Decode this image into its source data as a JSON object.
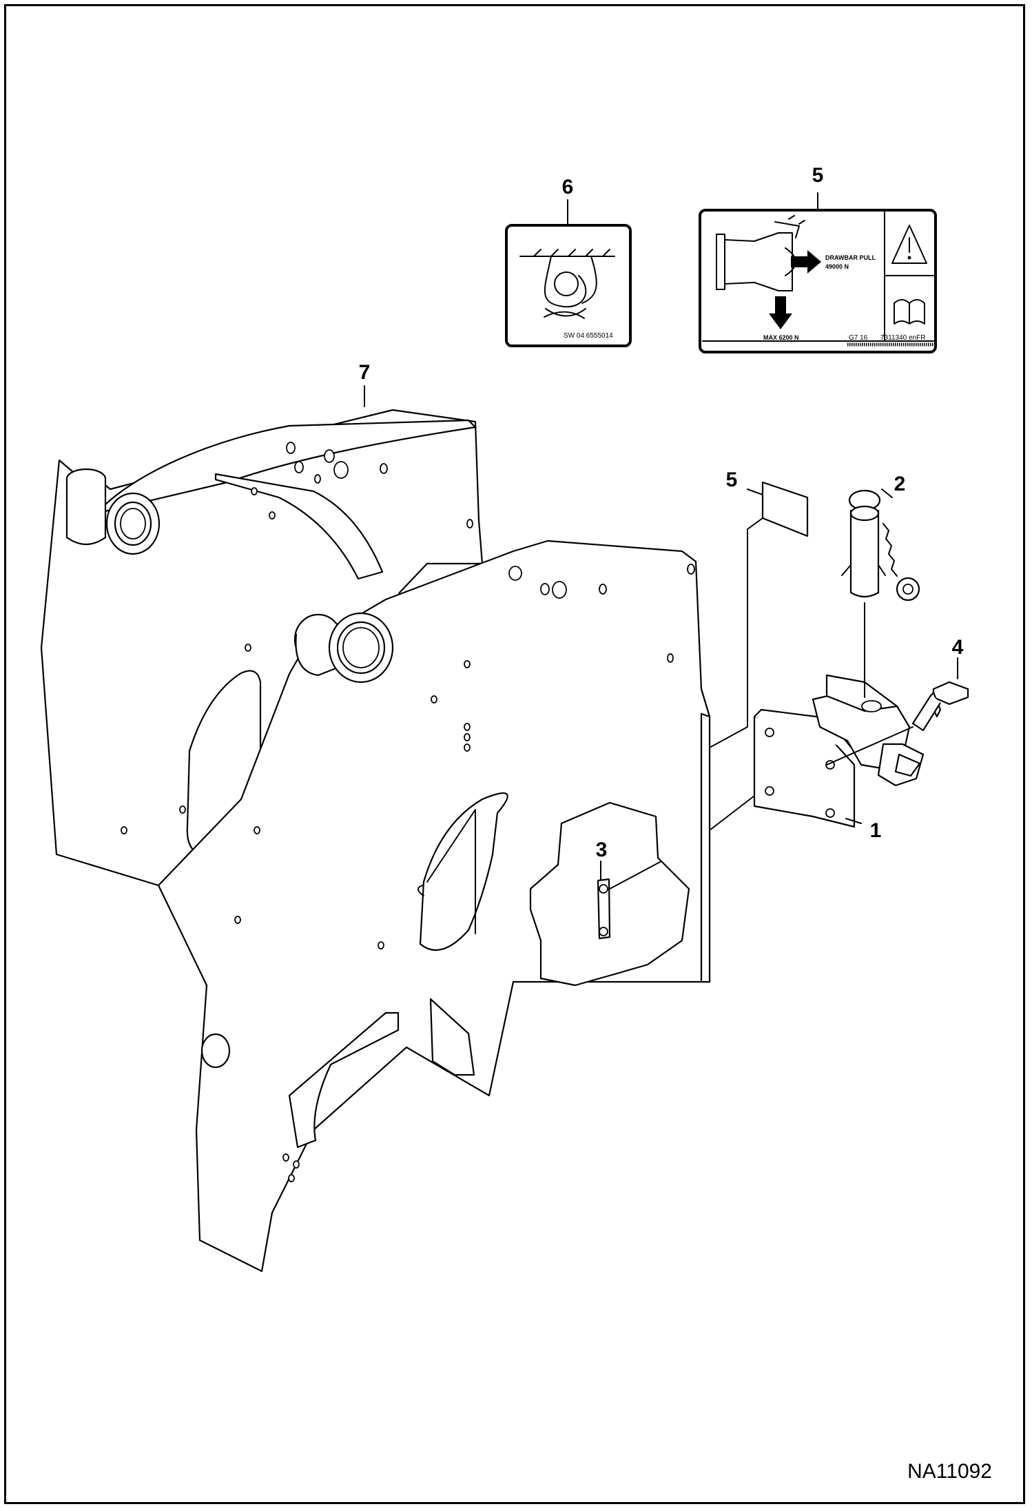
{
  "figure_id": "NA11092",
  "callouts": [
    {
      "label": "1"
    },
    {
      "label": "2"
    },
    {
      "label": "3"
    },
    {
      "label": "4"
    },
    {
      "label": "5"
    },
    {
      "label": "5"
    },
    {
      "label": "6"
    },
    {
      "label": "7"
    }
  ],
  "decal_6": {
    "code": "SW 04 6555014"
  },
  "decal_5": {
    "pull_text": "DRAWBAR PULL",
    "pull_value": "49000 N",
    "max_text": "MAX 6200 N",
    "rev_code": "G7 16",
    "part_code": "7311340 enFR",
    "warning_icon": "warning-triangle-icon",
    "manual_icon": "operator-manual-icon"
  }
}
